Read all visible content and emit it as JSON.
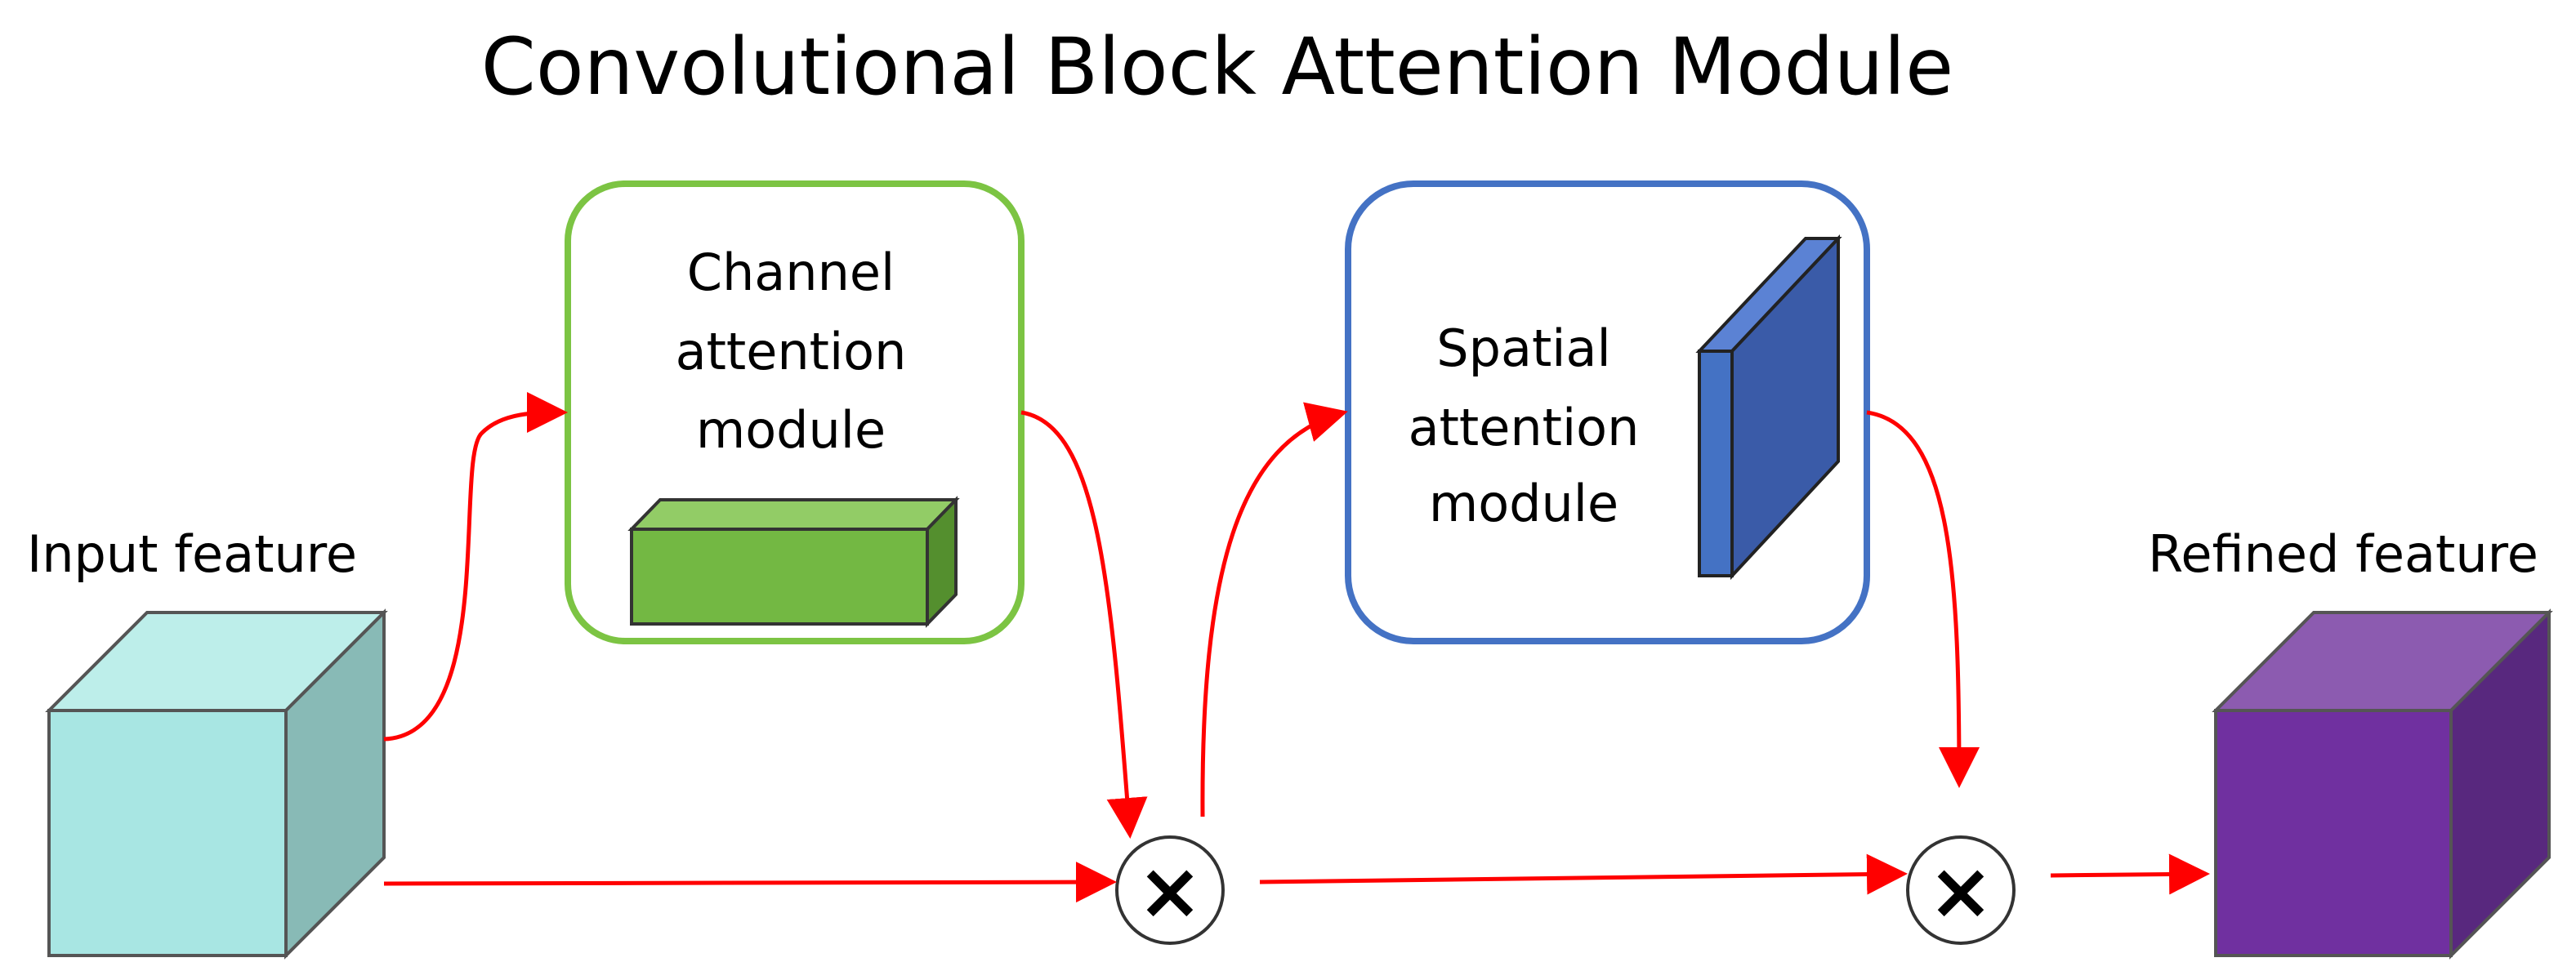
{
  "diagram": {
    "title": "Convolutional Block Attention Module",
    "input_label": "Input feature",
    "output_label": "Refined feature",
    "channel_module": {
      "lines": [
        "Channel",
        "attention",
        "module"
      ],
      "border_color": "#7CC443"
    },
    "spatial_module": {
      "lines": [
        "Spatial",
        "attention",
        "module"
      ],
      "border_color": "#4472C4"
    },
    "multiply_symbol": "×",
    "arrow_color": "#FF0000",
    "colors": {
      "input_cube": "#A8E6E3",
      "channel_block": "#73B843",
      "spatial_block": "#3A5BA8",
      "output_cube": "#7030A0"
    }
  }
}
